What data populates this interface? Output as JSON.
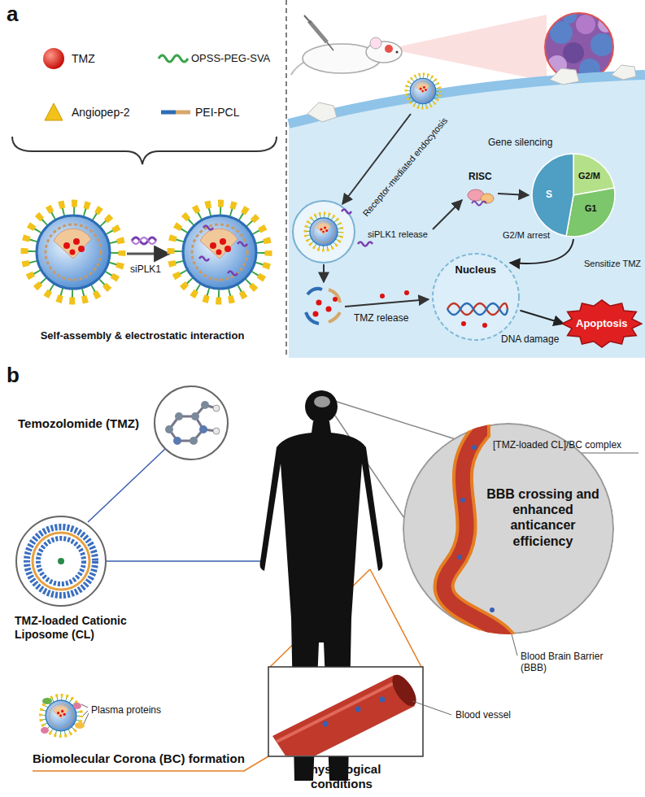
{
  "diagram": {
    "nodes": [
      {
        "text": [
          "G2/M",
          "G1",
          "S"
        ]
      },
      {
        "text": [
          "Nucleus"
        ]
      },
      {
        "text": [
          "Apoptosis"
        ]
      },
      {
        "text": [
          "BBB crossing and enhanced anticancer efficiency"
        ]
      }
    ],
    "edges": [
      {
        "from": 0,
        "to": 1,
        "arrow": "to",
        "label": "Sensitize TMZ"
      },
      {
        "from": 1,
        "to": 2,
        "arrow": "to",
        "label": "DNA damage"
      }
    ],
    "labels": [
      "a",
      "b",
      "siPLK1",
      "Self-assembly & electrostatic interaction",
      "Receptor-mediated endocytosis",
      "siPLK1 release",
      "RISC",
      "Gene silencing",
      "G2/M arrest",
      "TMZ release",
      "Temozolomide (TMZ)",
      "TMZ-loaded Cationic Liposome (CL)",
      "Plasma proteins",
      "Biomolecular Corona (BC) formation",
      "Physiological conditions",
      "Blood vessel",
      "[TMZ-loaded CL]/BC complex",
      "Blood Brain Barrier (BBB)"
    ],
    "legend": [
      {
        "text": "TMZ"
      },
      {
        "text": "OPSS-PEG-SVA"
      },
      {
        "text": "Angiopep-2"
      },
      {
        "text": "PEI-PCL"
      }
    ]
  }
}
